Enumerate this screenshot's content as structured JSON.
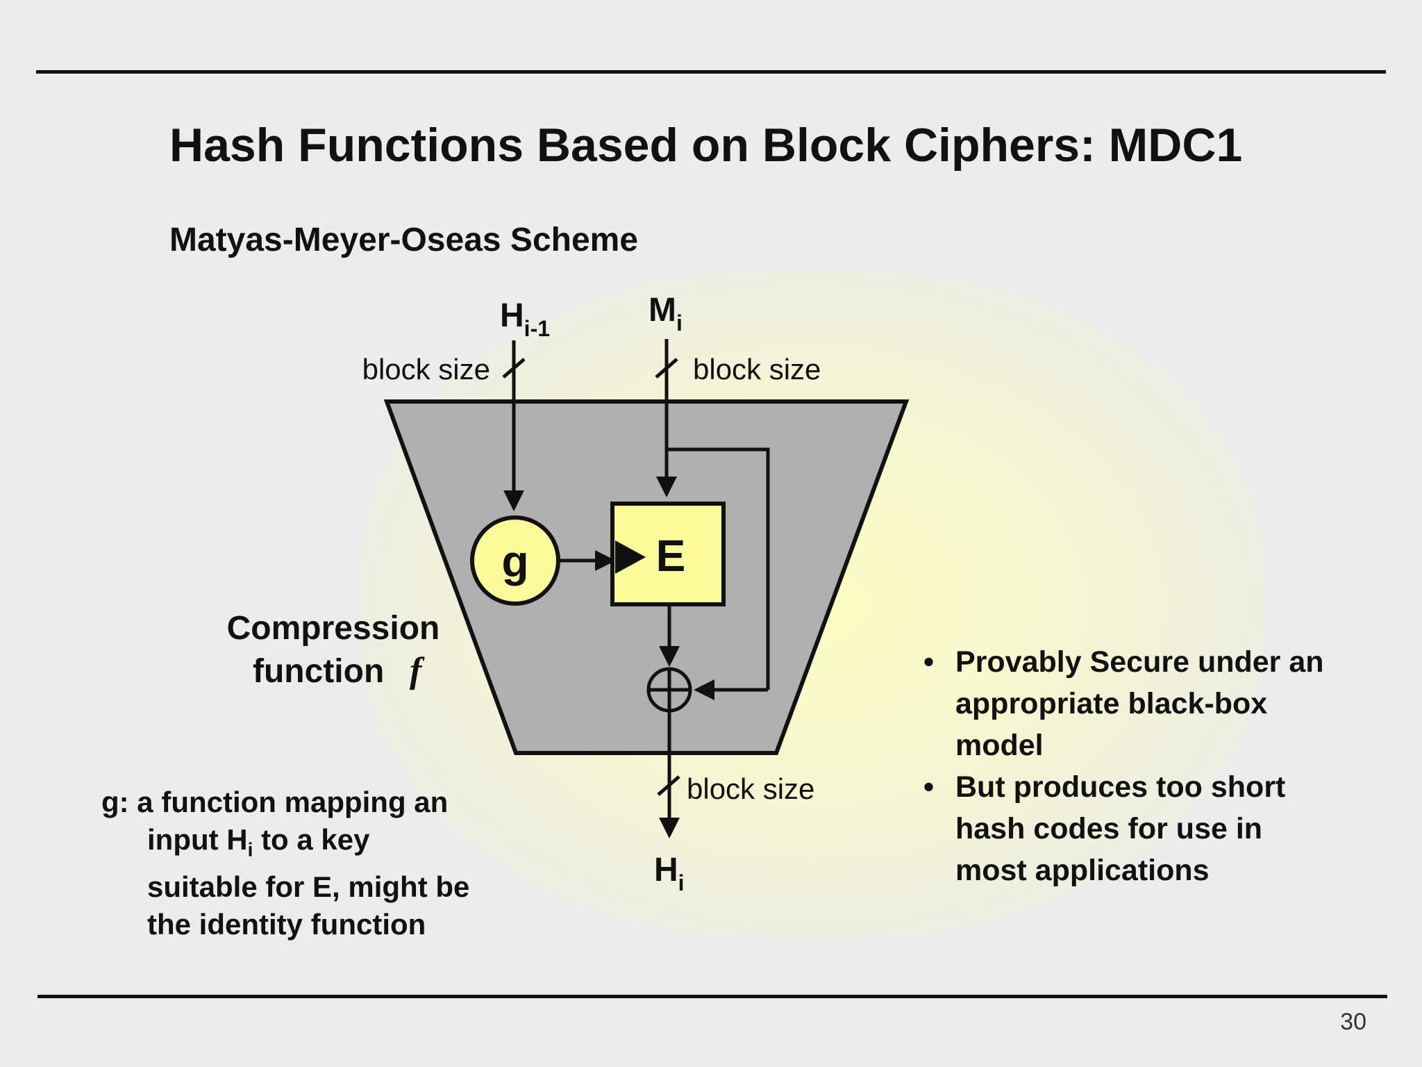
{
  "slide": {
    "title": "Hash Functions Based on Block Ciphers: MDC1",
    "subtitle": "Matyas-Meyer-Oseas Scheme",
    "page_number": "30"
  },
  "diagram": {
    "input_h": "H",
    "input_h_sub": "i-1",
    "input_m": "M",
    "input_m_sub": "i",
    "output_h": "H",
    "output_h_sub": "i",
    "block_size_label": "block size",
    "g_label": "g",
    "e_label": "E",
    "compression_line1": "Compression",
    "compression_line2": "function",
    "compression_symbol": "f"
  },
  "notes": {
    "g_line1": "g: a function mapping an",
    "g_line2_pre": "input H",
    "g_line2_sub": "i",
    "g_line2_post": " to a key",
    "g_line3": "suitable for E, might be",
    "g_line4": "the identity function"
  },
  "bullets": [
    "Provably Secure under an appropriate black-box model",
    "But produces too short hash codes for use in most applications"
  ],
  "colors": {
    "trapezoid_fill": "#b0afb2",
    "box_fill": "#fafa9a",
    "line_color": "#111111"
  }
}
